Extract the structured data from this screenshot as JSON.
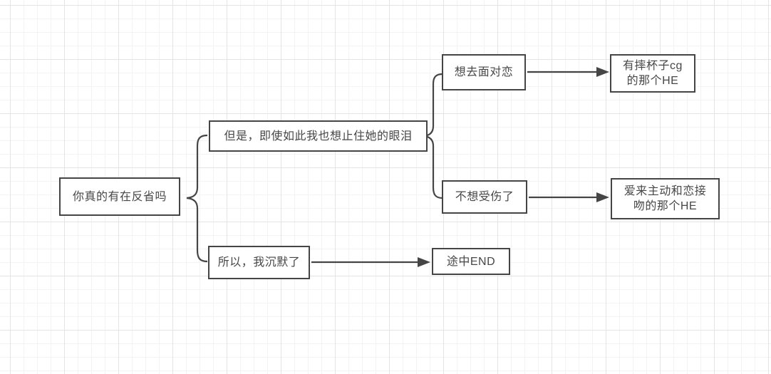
{
  "diagram": {
    "type": "flowchart",
    "background": "grid-paper",
    "stroke_color": "#454545",
    "text_color": "#474747",
    "node_fill": "#ffffff",
    "nodes": {
      "root": {
        "label": "你真的有在反省吗"
      },
      "but_tears": {
        "label": "但是，即使如此我也想止住她的眼泪"
      },
      "face_love": {
        "label": "想去面对恋"
      },
      "he_cup": {
        "line1": "有摔杯子cg",
        "line2": "的那个HE"
      },
      "no_hurt": {
        "label": "不想受伤了"
      },
      "he_kiss": {
        "line1": "爱来主动和恋接",
        "line2": "吻的那个HE"
      },
      "silent": {
        "label": "所以，我沉默了"
      },
      "end_mid": {
        "label": "途中END"
      }
    },
    "edges": [
      {
        "from": "root",
        "to": "but_tears",
        "connector": "curly-brace"
      },
      {
        "from": "root",
        "to": "silent",
        "connector": "curly-brace"
      },
      {
        "from": "but_tears",
        "to": "face_love",
        "connector": "curly-brace"
      },
      {
        "from": "but_tears",
        "to": "no_hurt",
        "connector": "curly-brace"
      },
      {
        "from": "face_love",
        "to": "he_cup",
        "connector": "arrow"
      },
      {
        "from": "no_hurt",
        "to": "he_kiss",
        "connector": "arrow"
      },
      {
        "from": "silent",
        "to": "end_mid",
        "connector": "arrow"
      }
    ]
  }
}
